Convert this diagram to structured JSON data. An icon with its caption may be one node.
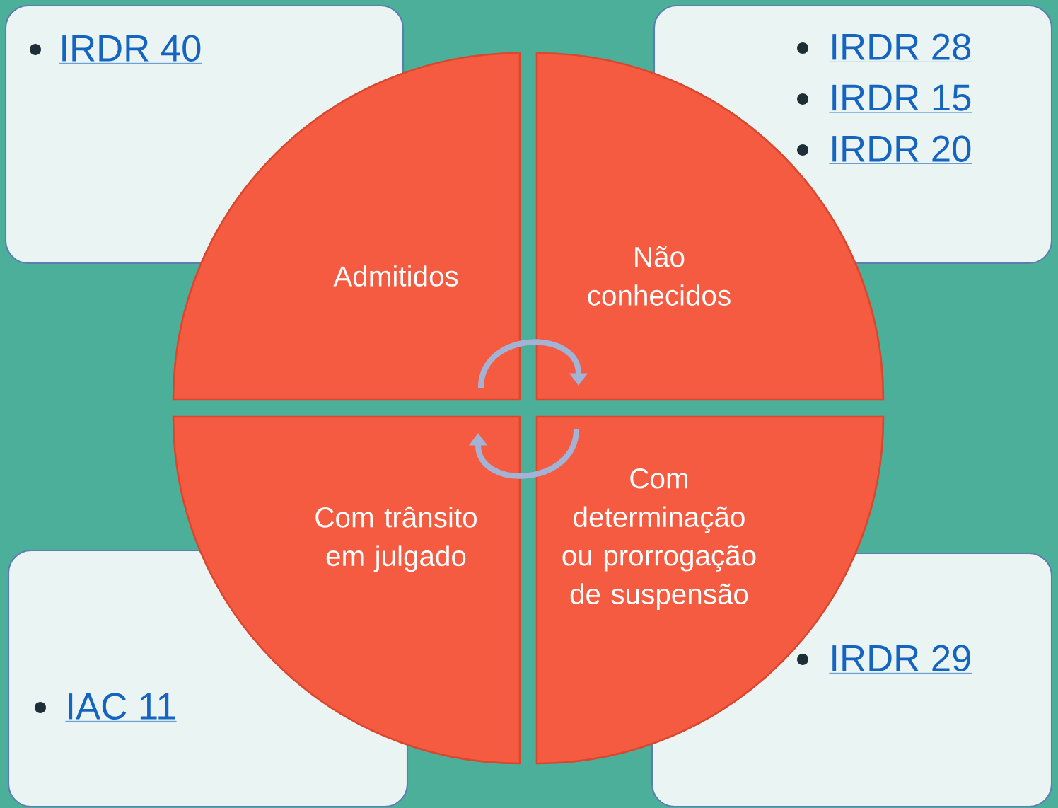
{
  "diagram": {
    "nodes": [
      {
        "text": [
          "IRDR 40"
        ]
      },
      {
        "text": [
          "IRDR 28",
          "IRDR 15",
          "IRDR 20"
        ]
      },
      {
        "text": [
          "IAC 11"
        ]
      },
      {
        "text": [
          "IRDR 29"
        ]
      },
      {
        "text": [
          "Admitidos"
        ]
      },
      {
        "text": [
          "Não conhecidos"
        ]
      },
      {
        "text": [
          "Com trânsito em julgado"
        ]
      },
      {
        "text": [
          "Com determinação ou prorrogação de suspensão"
        ]
      }
    ],
    "edges": [
      {
        "from": 4,
        "to": 5,
        "arrow": "to"
      },
      {
        "from": 7,
        "to": 6,
        "arrow": "to"
      }
    ]
  }
}
